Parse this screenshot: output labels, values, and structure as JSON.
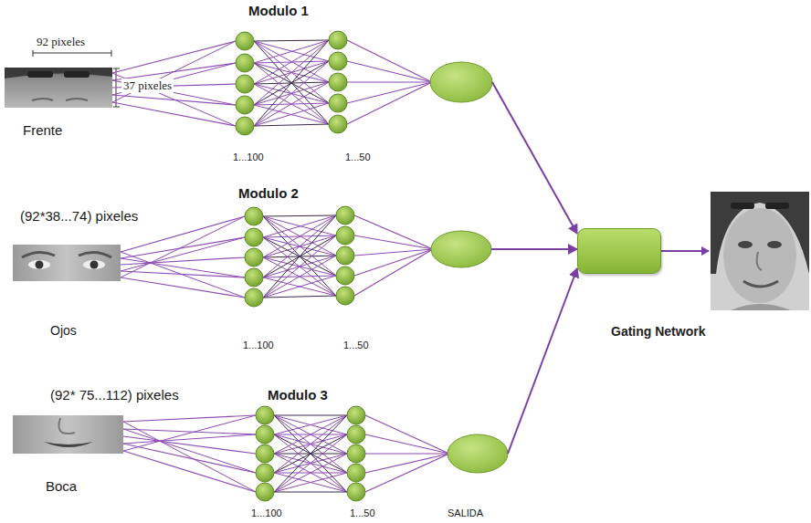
{
  "diagram": {
    "nodes": [
      {
        "text": [
          "Modulo 1"
        ]
      },
      {
        "text": [
          "Modulo 2"
        ]
      },
      {
        "text": [
          "Modulo 3"
        ]
      },
      {
        "text": [
          "Gating Network"
        ]
      }
    ],
    "edges": [
      {
        "from": 0,
        "to": 3,
        "arrow": "to"
      },
      {
        "from": 1,
        "to": 3,
        "arrow": "to"
      },
      {
        "from": 2,
        "to": 3,
        "arrow": "to"
      }
    ],
    "labels": [
      "92 pixeles",
      "37 pixeles",
      "Frente",
      "(92*38...74) pixeles",
      "Ojos",
      "(92* 75...112) pixeles",
      "Boca",
      "1...100",
      "1...50",
      "1...100",
      "1...50",
      "1...100",
      "1...50",
      "SALIDA"
    ]
  }
}
